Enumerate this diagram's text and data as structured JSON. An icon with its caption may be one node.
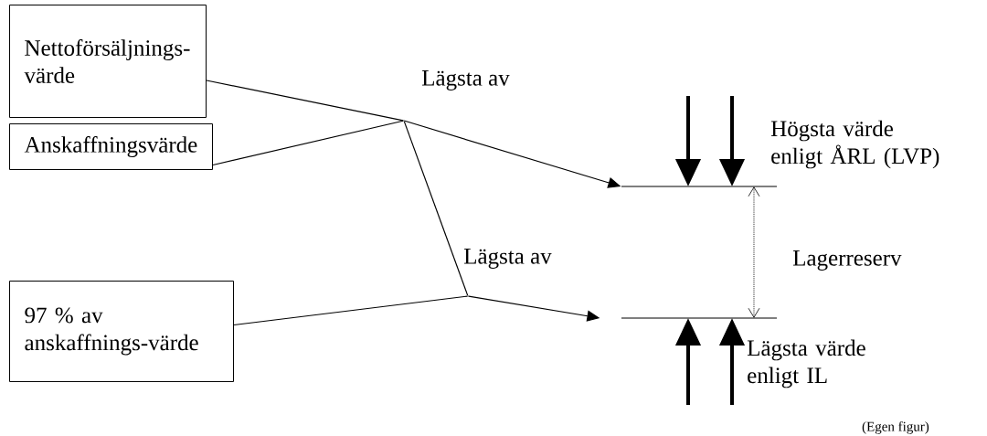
{
  "diagram": {
    "nodes": [
      {
        "text": [
          "Nettoförsäljnings-värde"
        ]
      },
      {
        "text": [
          "Anskaffningsvärde"
        ]
      },
      {
        "text": [
          "97 % av anskaffnings-värde"
        ]
      },
      {
        "text": [],
        "shape": "point",
        "beside": [
          "Lägsta av"
        ]
      },
      {
        "text": [],
        "shape": "point",
        "beside": [
          "Lägsta av"
        ]
      },
      {
        "text": [],
        "shape": "bar",
        "beside": [
          "Högsta värde enligt ÅRL (LVP)"
        ]
      },
      {
        "text": [],
        "shape": "bar",
        "beside": [
          "Lägsta värde enligt IL"
        ]
      }
    ],
    "edges": [
      {
        "from": 0,
        "to": 3,
        "arrow": "none"
      },
      {
        "from": 1,
        "to": 3,
        "arrow": "none"
      },
      {
        "from": 3,
        "to": 5,
        "arrow": "to"
      },
      {
        "from": 3,
        "to": 4,
        "arrow": "none"
      },
      {
        "from": 2,
        "to": 4,
        "arrow": "none"
      },
      {
        "from": 4,
        "to": 6,
        "arrow": "to"
      },
      {
        "from": 5,
        "to": 6,
        "arrow": "both",
        "style": "dashed",
        "label": "Lagerreserv"
      },
      {
        "from": null,
        "to": 5,
        "arrow": "to",
        "style": "thick"
      },
      {
        "from": null,
        "to": 5,
        "arrow": "to",
        "style": "thick"
      },
      {
        "from": null,
        "to": 6,
        "arrow": "to",
        "style": "thick"
      },
      {
        "from": null,
        "to": 6,
        "arrow": "to",
        "style": "thick"
      }
    ],
    "labels": [
      "(Egen figur)"
    ]
  }
}
